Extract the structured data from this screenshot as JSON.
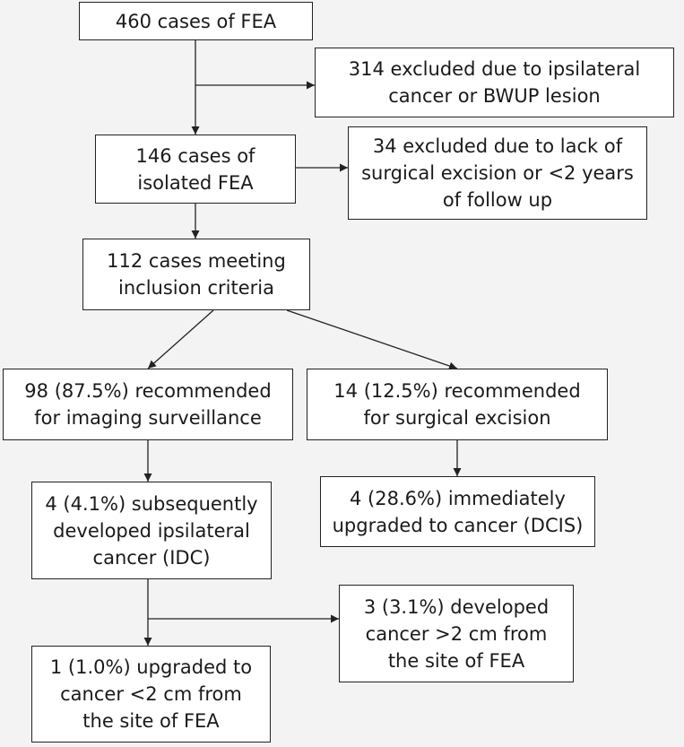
{
  "flowchart": {
    "boxes": {
      "start": "460 cases of FEA",
      "excluded_1": "314 excluded due to ipsilateral\ncancer or BWUP lesion",
      "isolated": "146 cases of\nisolated FEA",
      "excluded_2": "34 excluded due to lack of\nsurgical excision or <2 years\nof follow up",
      "meeting_criteria": "112 cases meeting\ninclusion criteria",
      "imaging_surveillance": "98 (87.5%) recommended\nfor imaging surveillance",
      "surgical_excision": "14 (12.5%) recommended\nfor surgical excision",
      "developed_ipsilateral": "4 (4.1%) subsequently\ndeveloped ipsilateral\ncancer (IDC)",
      "upgraded_dcis": "4 (28.6%) immediately\nupgraded to cancer (DCIS)",
      "developed_far": "3 (3.1%) developed\ncancer >2 cm from\nthe site of FEA",
      "upgraded_near": "1 (1.0%) upgraded to\ncancer <2 cm from\nthe site of FEA"
    }
  }
}
